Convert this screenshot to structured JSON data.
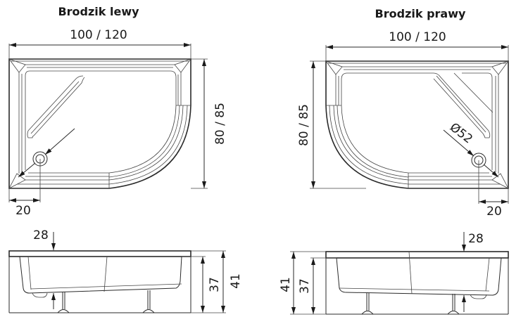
{
  "left_tray": {
    "title": "Brodzik lewy",
    "width_label": "100 / 120",
    "depth_label": "80 / 85",
    "drain_offset_label": "20",
    "side_view": {
      "rim_label": "28",
      "inner_height_label": "37",
      "total_height_label": "41"
    }
  },
  "right_tray": {
    "title": "Brodzik prawy",
    "width_label": "100 / 120",
    "depth_label": "80 / 85",
    "drain_diameter_label": "Ø52",
    "drain_offset_label": "20",
    "side_view": {
      "rim_label": "28",
      "inner_height_label": "37",
      "total_height_label": "41"
    }
  },
  "colors": {
    "line": "#2a2a2a",
    "background": "#ffffff"
  }
}
